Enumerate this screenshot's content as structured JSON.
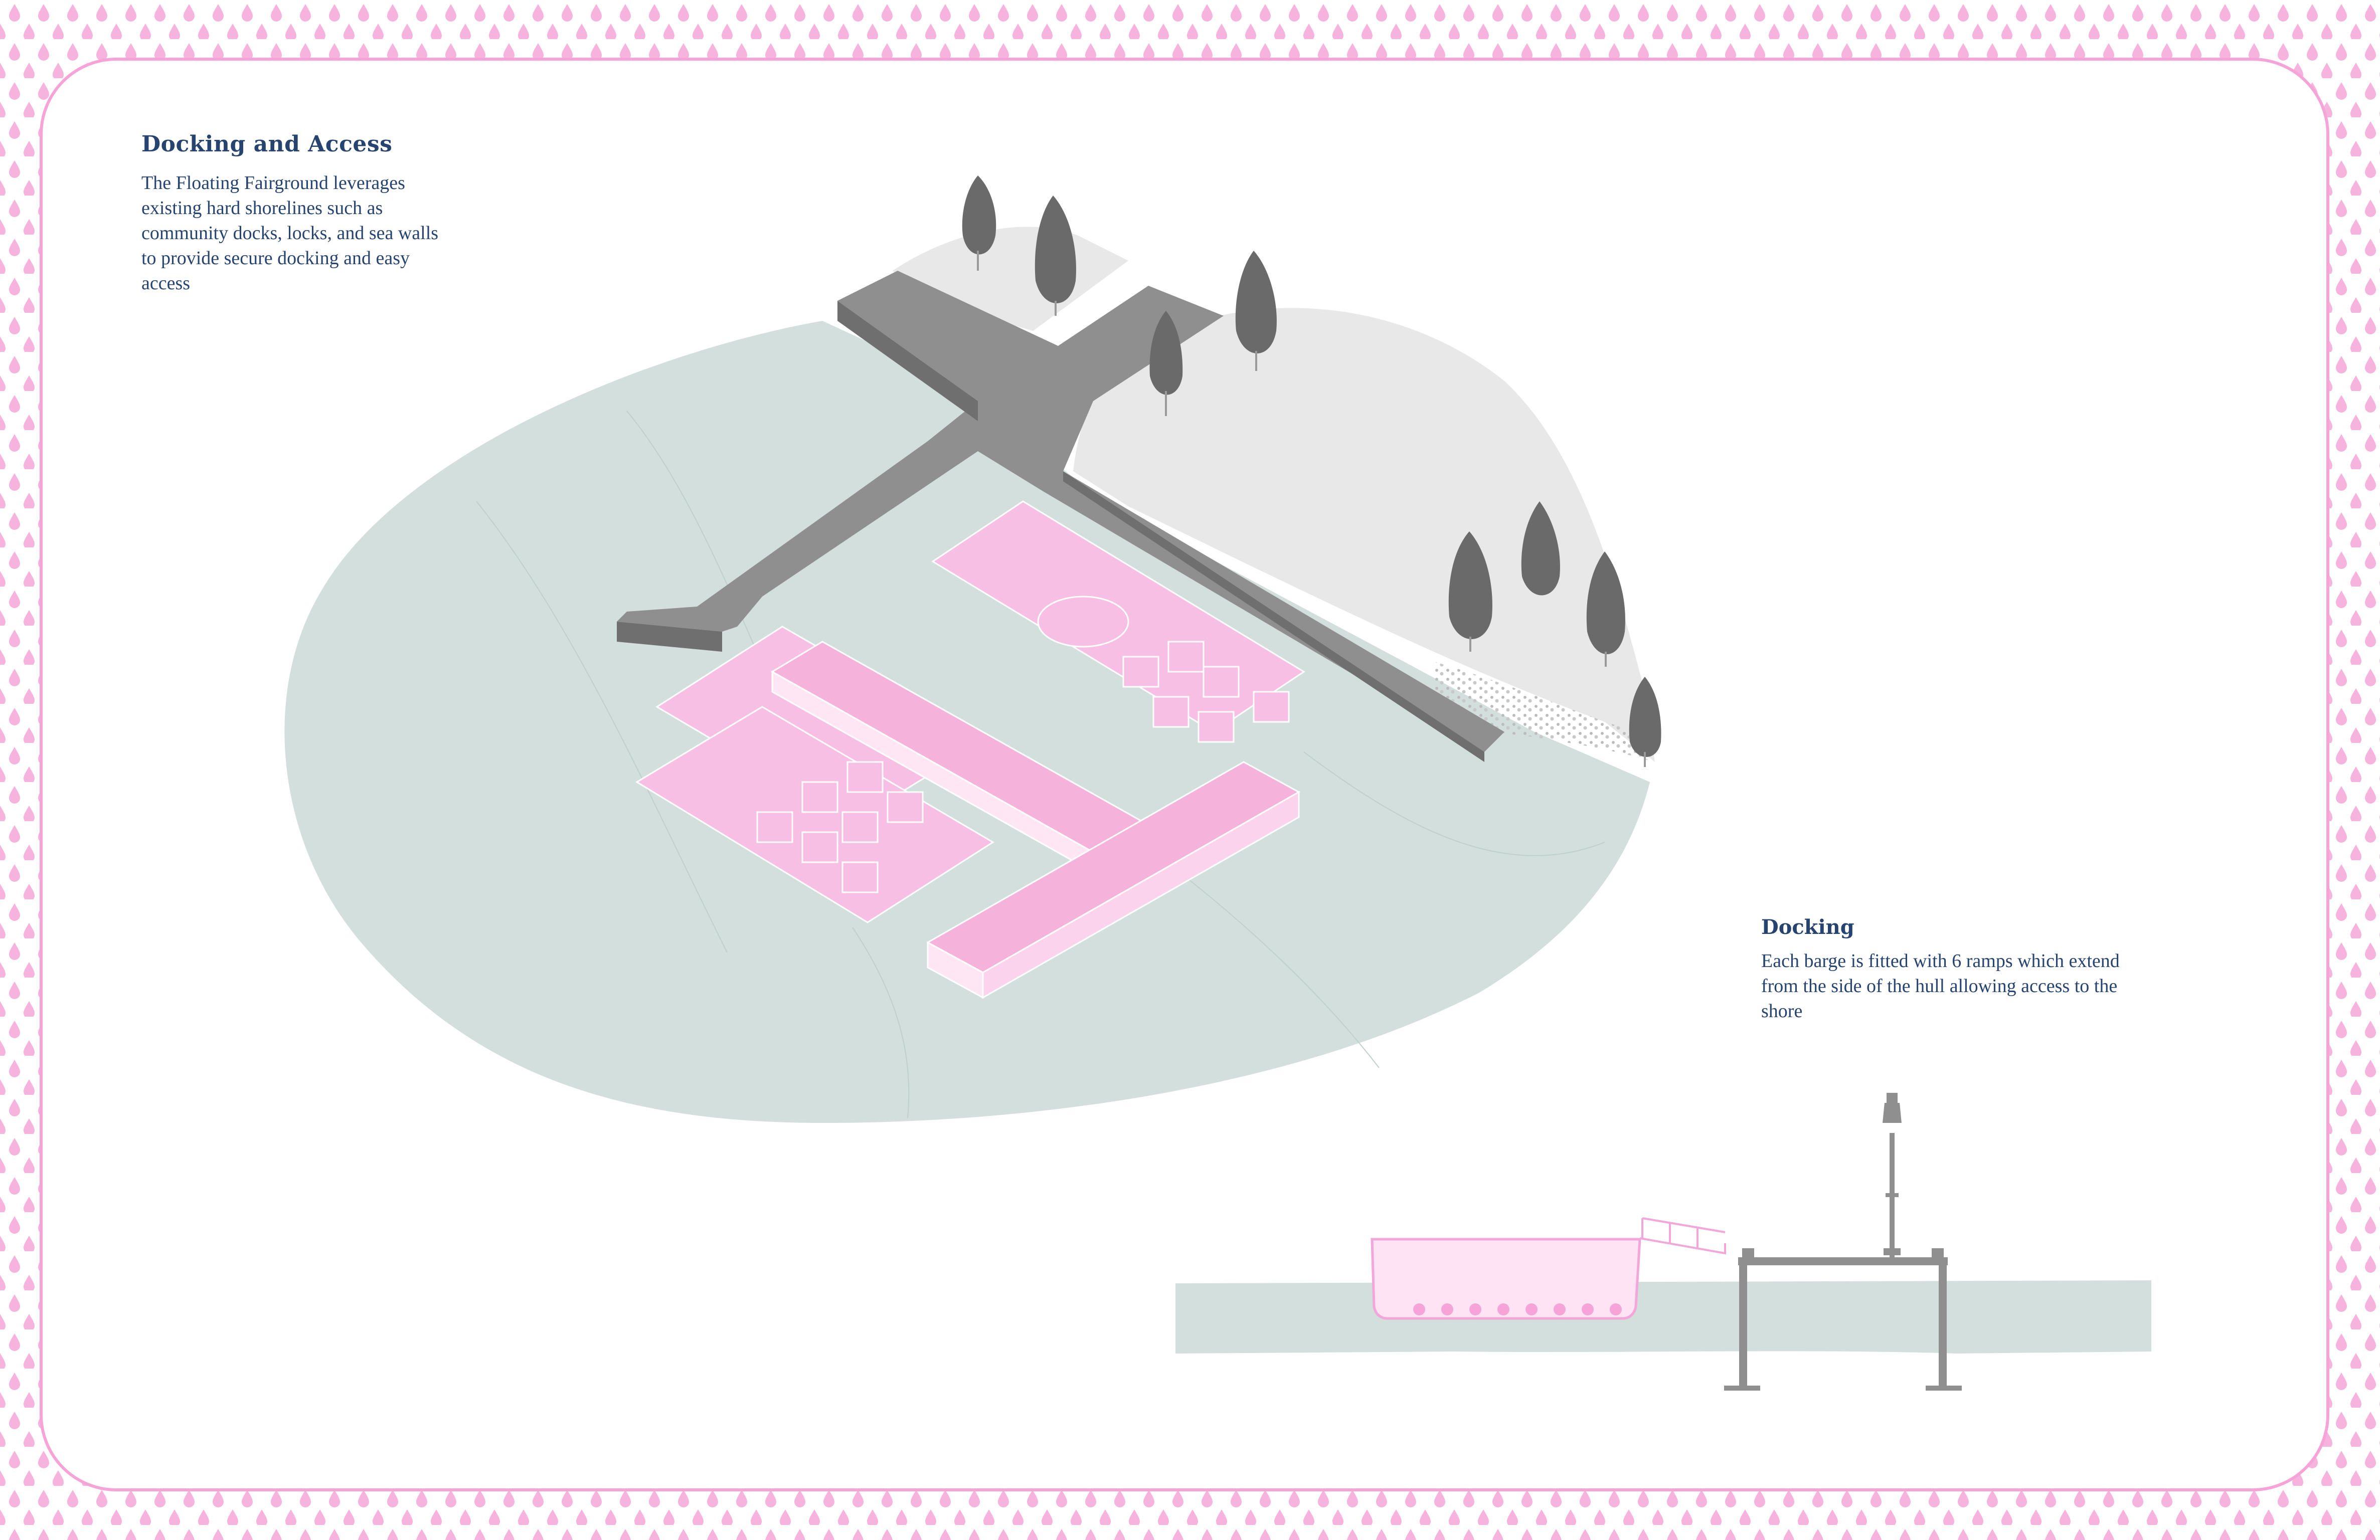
{
  "palette": {
    "pink": "#f8bfe4",
    "pink_line": "#f2a6d9",
    "pink_light": "#fde3f3",
    "water": "#d2dfdd",
    "land": "#eaeaea",
    "dock_gray": "#8f8f8f",
    "tree_gray": "#5c5c5c",
    "text_navy": "#274470"
  },
  "sections": {
    "docking_access": {
      "title": "Docking and Access",
      "body": "The Floating Fairground leverages existing hard shorelines such as community docks, locks, and sea walls to provide secure docking and easy access"
    },
    "docking": {
      "title": "Docking",
      "body": "Each barge is fitted with 6 ramps which extend from the side of the hull allowing access to the shore"
    }
  },
  "icons": {
    "border_pattern": "droplet-icon",
    "tree": "tree-icon",
    "lamp_post": "lamp-post-icon"
  }
}
